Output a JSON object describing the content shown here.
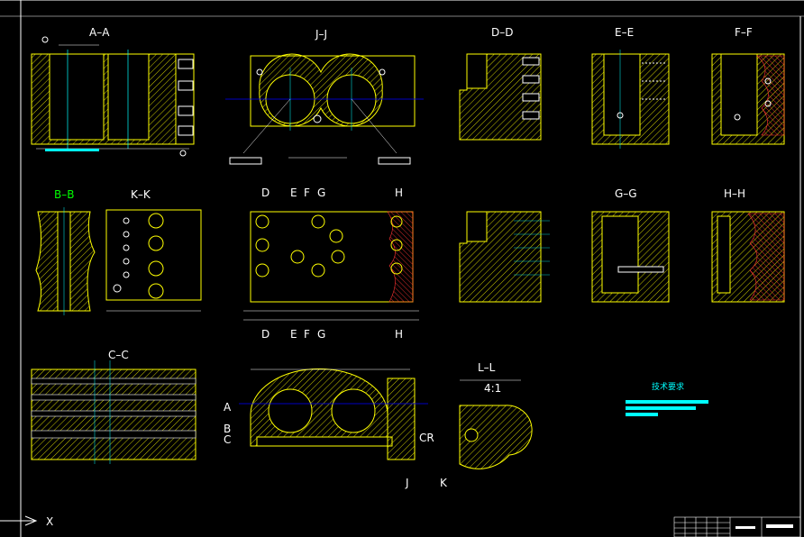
{
  "views": {
    "aa": "A–A",
    "jj": "J–J",
    "dd": "D–D",
    "ee": "E–E",
    "ff": "F–F",
    "bb": "B–B",
    "kk": "K–K",
    "gg": "G–G",
    "hh": "H–H",
    "cc": "C–C",
    "ll": "L–L",
    "ll_scale": "4:1"
  },
  "section_marks": {
    "d": "D",
    "e": "E",
    "f": "F",
    "g": "G",
    "h": "H",
    "a": "A",
    "b": "B",
    "c": "C",
    "j": "J",
    "k": "K",
    "cr": "CR"
  },
  "notes": {
    "tech_title": "技术要求"
  },
  "axis": {
    "x_label": "X"
  },
  "colors": {
    "background": "#000000",
    "outline": "#ffff00",
    "center": "#00ffff",
    "dim": "#ffffff",
    "hatch": "#ffff00",
    "green": "#00ff00",
    "red": "#ff0000",
    "blue": "#0000ff"
  }
}
